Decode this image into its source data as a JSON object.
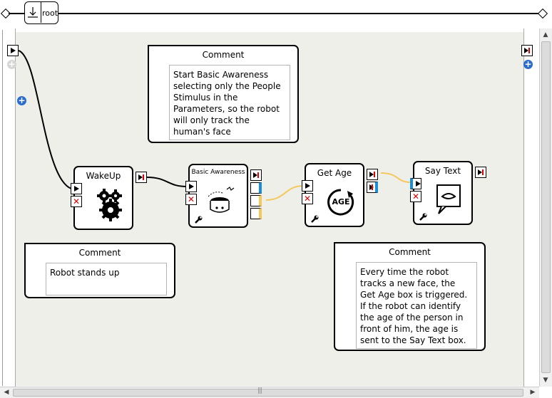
{
  "header": {
    "root_label": "root",
    "root_icon": "download-tray-icon"
  },
  "boxes": {
    "wakeup": {
      "title": "WakeUp",
      "icon": "gears-icon"
    },
    "basic_awareness": {
      "title": "Basic Awareness",
      "icon": "robot-awareness-icon"
    },
    "get_age": {
      "title": "Get Age",
      "icon": "age-icon",
      "icon_text": "AGE"
    },
    "say_text": {
      "title": "Say Text",
      "icon": "speech-bubble-icon"
    }
  },
  "comments": {
    "top": {
      "title": "Comment",
      "text": "Start Basic Awareness selecting only the People Stimulus in the Parameters, so the robot will only track the human's face"
    },
    "left": {
      "title": "Comment",
      "text": "Robot stands up"
    },
    "right": {
      "title": "Comment",
      "text": "Every time the robot tracks a new face, the Get Age box is triggered. If the robot can identify the age of the person in front of him, the age is sent to the Say Text box."
    }
  },
  "glyphs": {
    "stop": "✕",
    "plus": "+",
    "scroll_left": "◀",
    "scroll_right": "▶",
    "scroll_up": "▲",
    "scroll_down": "▼",
    "grip": "|||"
  },
  "colors": {
    "canvas": "#efefe9",
    "signal_wire": "#000000",
    "data_wire": "#f5c85c",
    "port_blue": "#1a8fd8",
    "stop_red": "#dd0000",
    "plus_blue": "#2b6ccf"
  }
}
